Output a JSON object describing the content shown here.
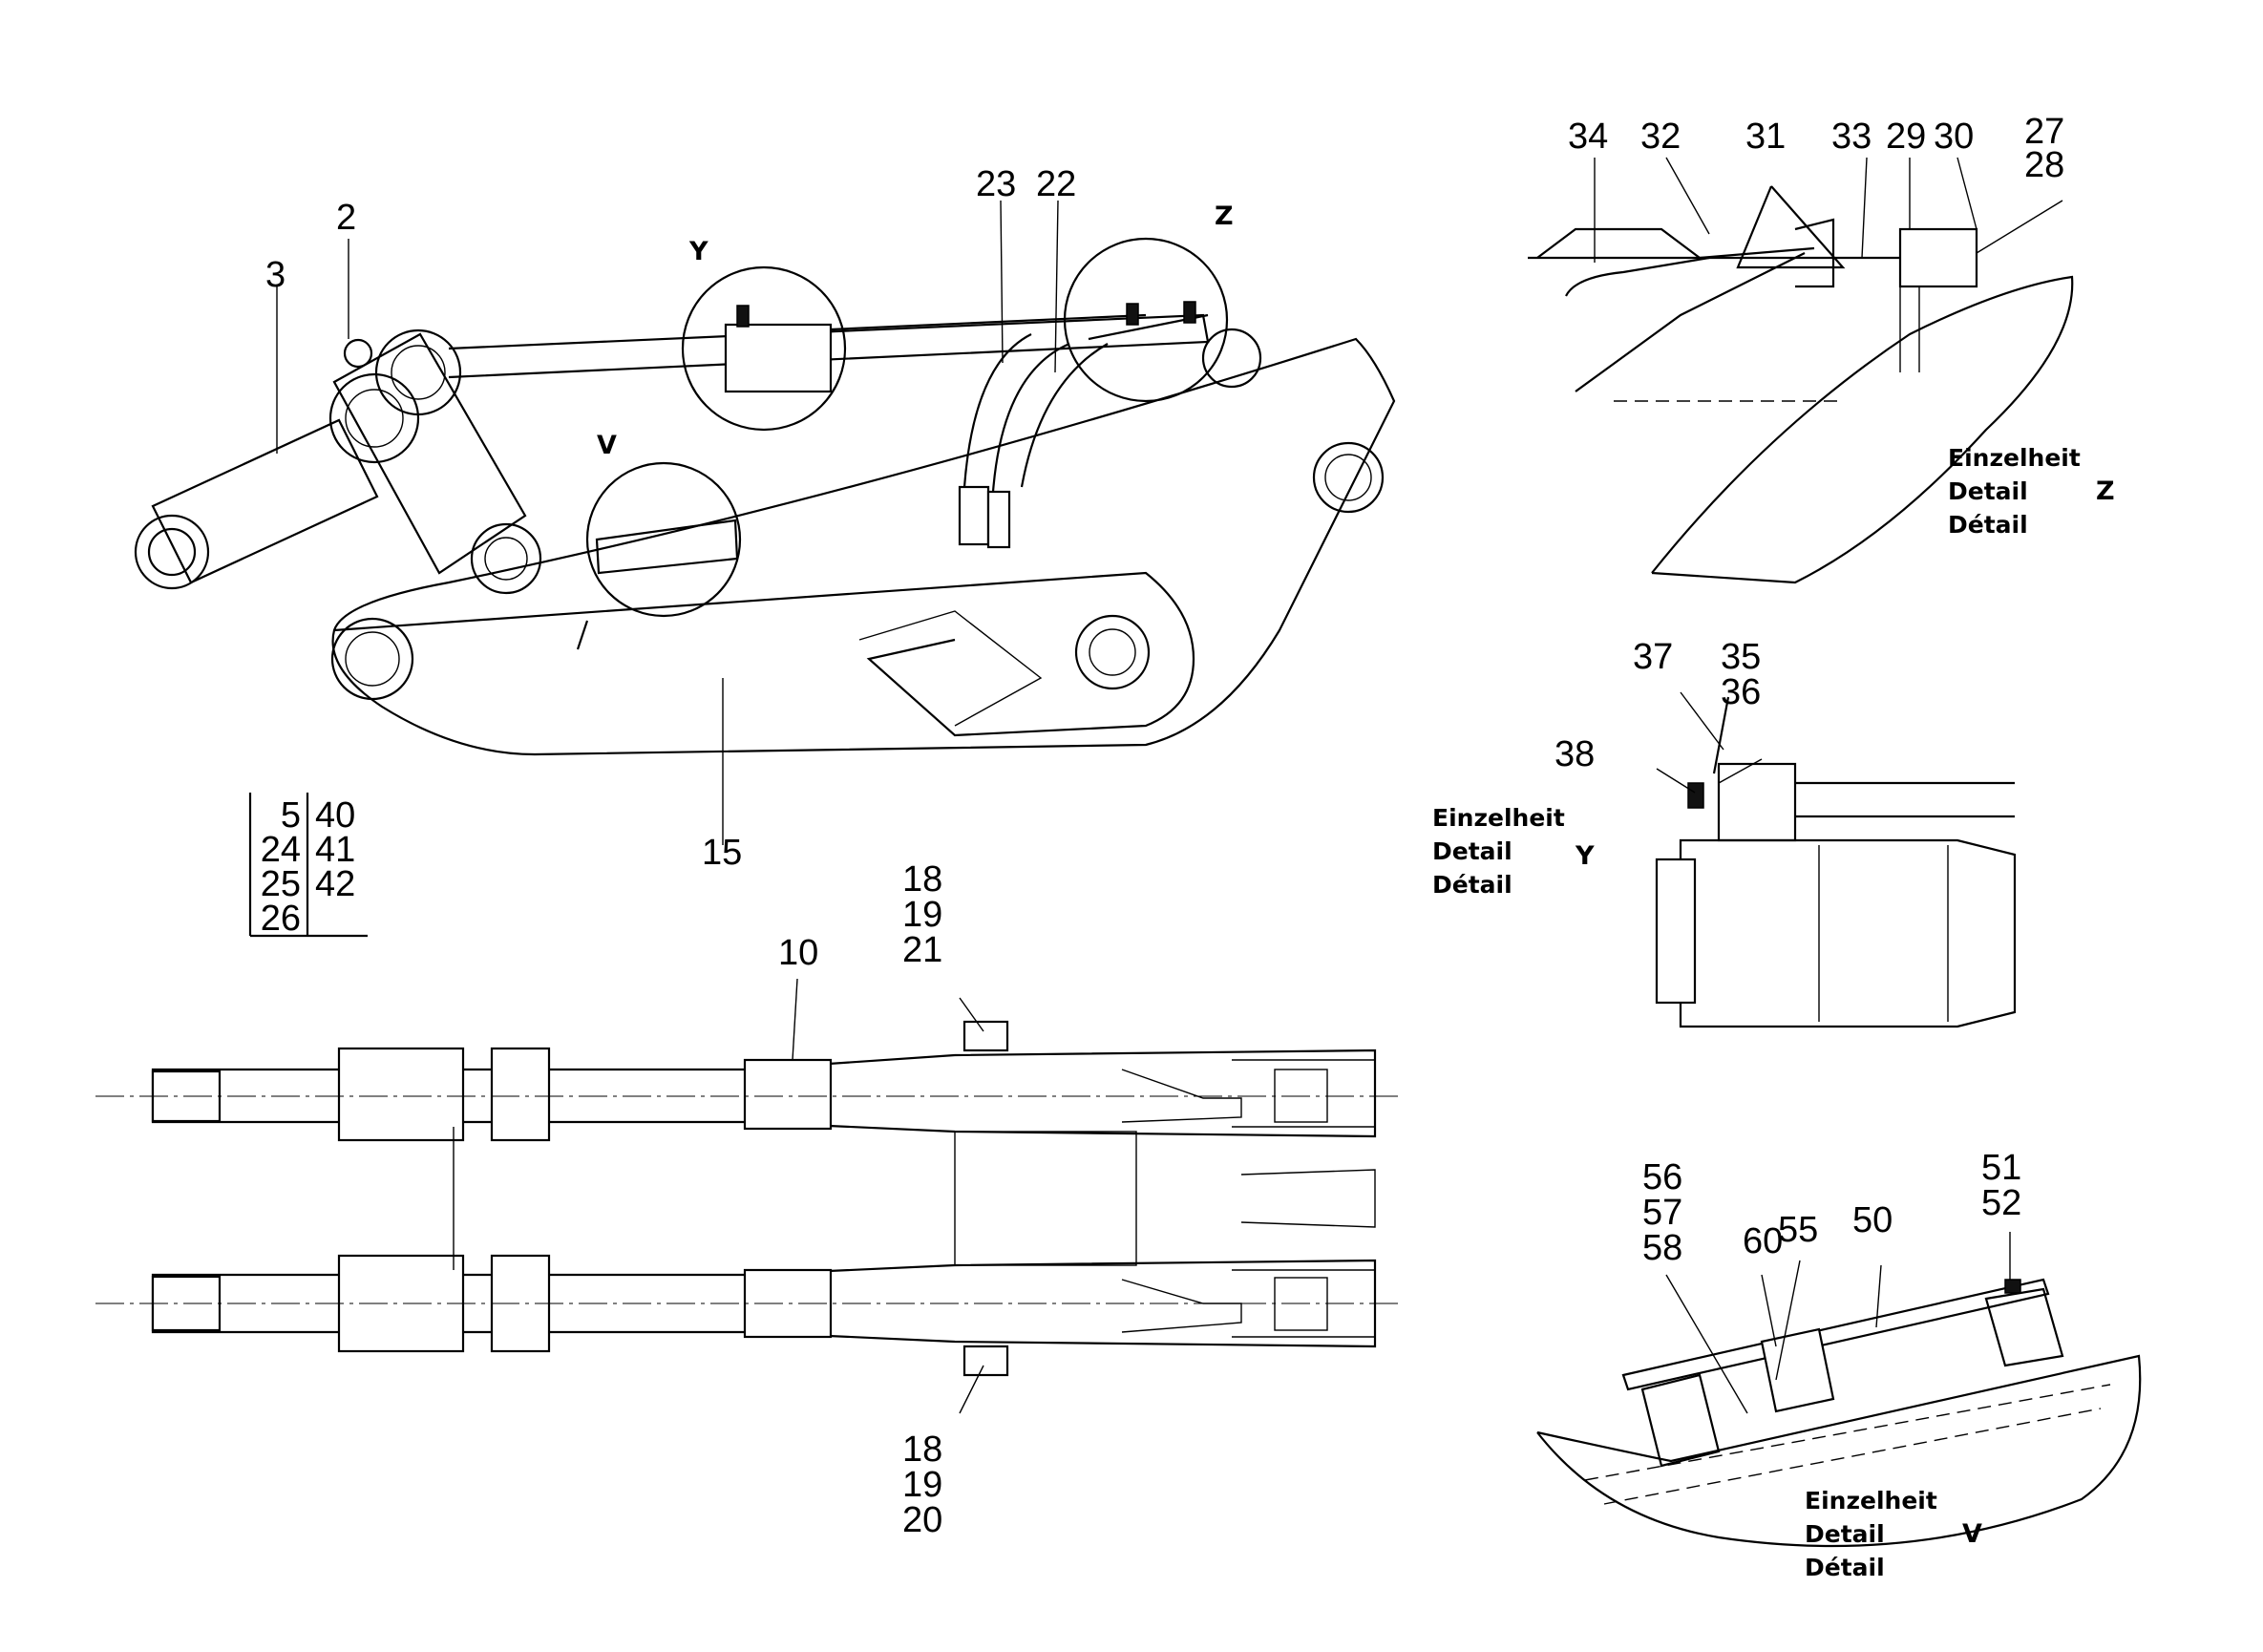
{
  "labels": {
    "l2": "2",
    "l3": "3",
    "l10": "10",
    "l15": "15",
    "l18a": "18",
    "l19a": "19",
    "l21": "21",
    "l18b": "18",
    "l19b": "19",
    "l20": "20",
    "l22": "22",
    "l23": "23",
    "l27": "27",
    "l28": "28",
    "l29": "29",
    "l30": "30",
    "l31": "31",
    "l32": "32",
    "l33": "33",
    "l34": "34",
    "l35": "35",
    "l36": "36",
    "l37": "37",
    "l38": "38",
    "l50": "50",
    "l51": "51",
    "l52": "52",
    "l55": "55",
    "l56": "56",
    "l57": "57",
    "l58": "58",
    "l60": "60"
  },
  "view_markers": {
    "y": "Y",
    "z": "Z",
    "v": "V"
  },
  "details": {
    "z": {
      "line1": "Einzelheit",
      "line2": "Detail",
      "line3": "Détail",
      "letter": "Z"
    },
    "y": {
      "line1": "Einzelheit",
      "line2": "Detail",
      "line3": "Détail",
      "letter": "Y"
    },
    "v": {
      "line1": "Einzelheit",
      "line2": "Detail",
      "line3": "Détail",
      "letter": "V"
    }
  },
  "parts_table": {
    "left": [
      "5",
      "24",
      "25",
      "26"
    ],
    "right": [
      "40",
      "41",
      "42",
      ""
    ]
  }
}
